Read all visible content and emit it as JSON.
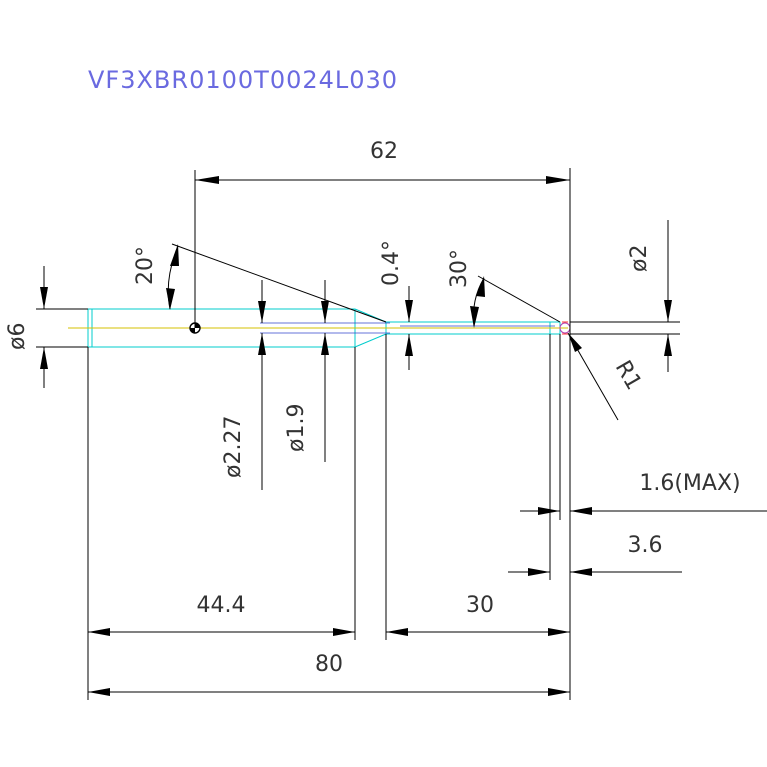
{
  "title": "VF3XBR0100T0024L030",
  "dimensions": {
    "overall_partial": "62",
    "angle_20": "20°",
    "angle_0_4": "0.4°",
    "angle_30": "30°",
    "dia_2": "ø2",
    "dia_6": "ø6",
    "dia_2_27": "ø2.27",
    "dia_1_9": "ø1.9",
    "radius": "R1",
    "flute_max": "1.6(MAX)",
    "len_3_6": "3.6",
    "len_44_4": "44.4",
    "len_30": "30",
    "len_80": "80"
  },
  "colors": {
    "outline": "#000000",
    "shank": "#00cccc",
    "centerline": "#d4c000",
    "title": "#6a6ae0"
  }
}
